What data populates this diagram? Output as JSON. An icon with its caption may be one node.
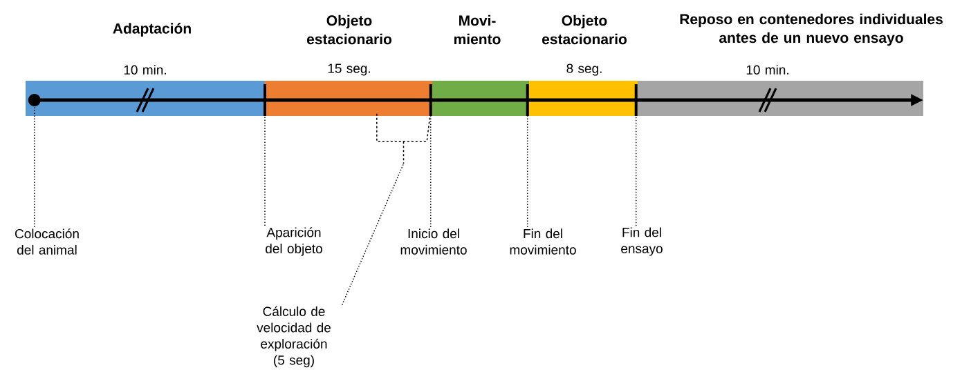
{
  "diagram": {
    "nodes": [
      {
        "text": [
          "Adaptación",
          "10 min."
        ]
      },
      {
        "text": [
          "Objeto estacionario",
          "15 seg."
        ]
      },
      {
        "text": [
          "Movi- miento"
        ]
      },
      {
        "text": [
          "Objeto estacionario",
          "8 seg."
        ]
      },
      {
        "text": [
          "Reposo en contenedores individuales antes de un nuevo ensayo",
          "10 min."
        ]
      },
      {
        "text": [],
        "shape": "circle",
        "in": 0
      },
      {
        "text": [],
        "shape": "bar"
      },
      {
        "text": [],
        "shape": "bar",
        "in": 1
      },
      {
        "text": [],
        "shape": "bar",
        "in": 2
      },
      {
        "text": [],
        "shape": "bar",
        "in": 3
      },
      {
        "text": [],
        "shape": "bracket"
      },
      {
        "text": [
          "Colocación del animal"
        ]
      },
      {
        "text": [
          "Aparición del objeto"
        ]
      },
      {
        "text": [
          "Inicio del movimiento"
        ]
      },
      {
        "text": [
          "Fin del movimiento"
        ]
      },
      {
        "text": [
          "Fin del ensayo"
        ]
      },
      {
        "text": [
          "Cálculo de velocidad de exploración (5 seg)"
        ]
      }
    ],
    "edges": [
      {
        "from": 5,
        "to": 6,
        "arrow": "none",
        "style": "thick"
      },
      {
        "from": 6,
        "to": 7,
        "arrow": "none",
        "style": "thick"
      },
      {
        "from": 7,
        "to": 8,
        "arrow": "none",
        "style": "thick"
      },
      {
        "from": 8,
        "to": 9,
        "arrow": "none",
        "style": "thick"
      },
      {
        "from": 9,
        "to": 4,
        "arrow": "to",
        "style": "thick"
      },
      {
        "from": 11,
        "to": 5,
        "arrow": "none",
        "style": "dashed"
      },
      {
        "from": 12,
        "to": 6,
        "arrow": "none",
        "style": "dashed"
      },
      {
        "from": 13,
        "to": 7,
        "arrow": "none",
        "style": "dashed"
      },
      {
        "from": 14,
        "to": 8,
        "arrow": "none",
        "style": "dashed"
      },
      {
        "from": 15,
        "to": 9,
        "arrow": "none",
        "style": "dashed"
      },
      {
        "from": 16,
        "to": 10,
        "arrow": "none",
        "style": "dashed"
      }
    ]
  }
}
